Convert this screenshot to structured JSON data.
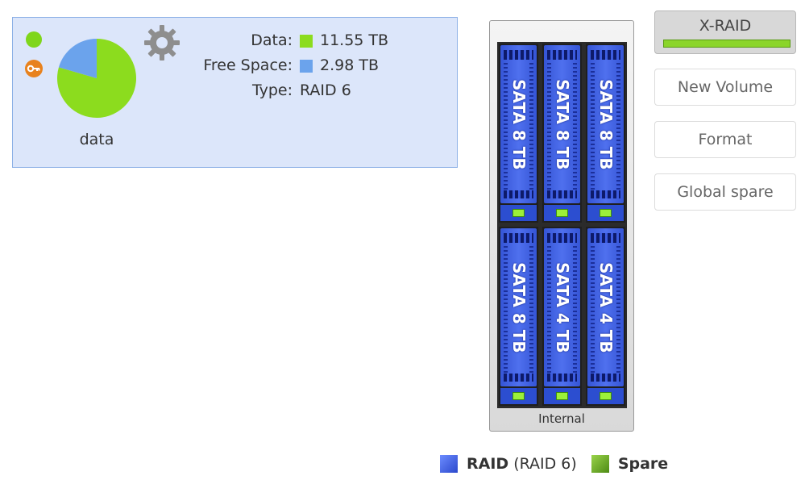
{
  "volume": {
    "name": "data",
    "data_label": "Data:",
    "data_value": "11.55 TB",
    "free_label": "Free Space:",
    "free_value": "2.98 TB",
    "type_label": "Type:",
    "type_value": "RAID 6",
    "status_color": "#7fd61b",
    "data_color": "#8cdc1e",
    "free_color": "#6ba3ec",
    "usage": {
      "data_tb": 11.55,
      "free_tb": 2.98
    }
  },
  "enclosure": {
    "label": "Internal",
    "disks": [
      {
        "label": "SATA 8 TB"
      },
      {
        "label": "SATA 8 TB"
      },
      {
        "label": "SATA 8 TB"
      },
      {
        "label": "SATA 8 TB"
      },
      {
        "label": "SATA 4 TB"
      },
      {
        "label": "SATA 4 TB"
      }
    ]
  },
  "buttons": {
    "xraid": "X-RAID",
    "new_volume": "New Volume",
    "format": "Format",
    "global_spare": "Global spare"
  },
  "legend": {
    "raid_label": "RAID",
    "raid_detail": "(RAID 6)",
    "spare_label": "Spare"
  }
}
